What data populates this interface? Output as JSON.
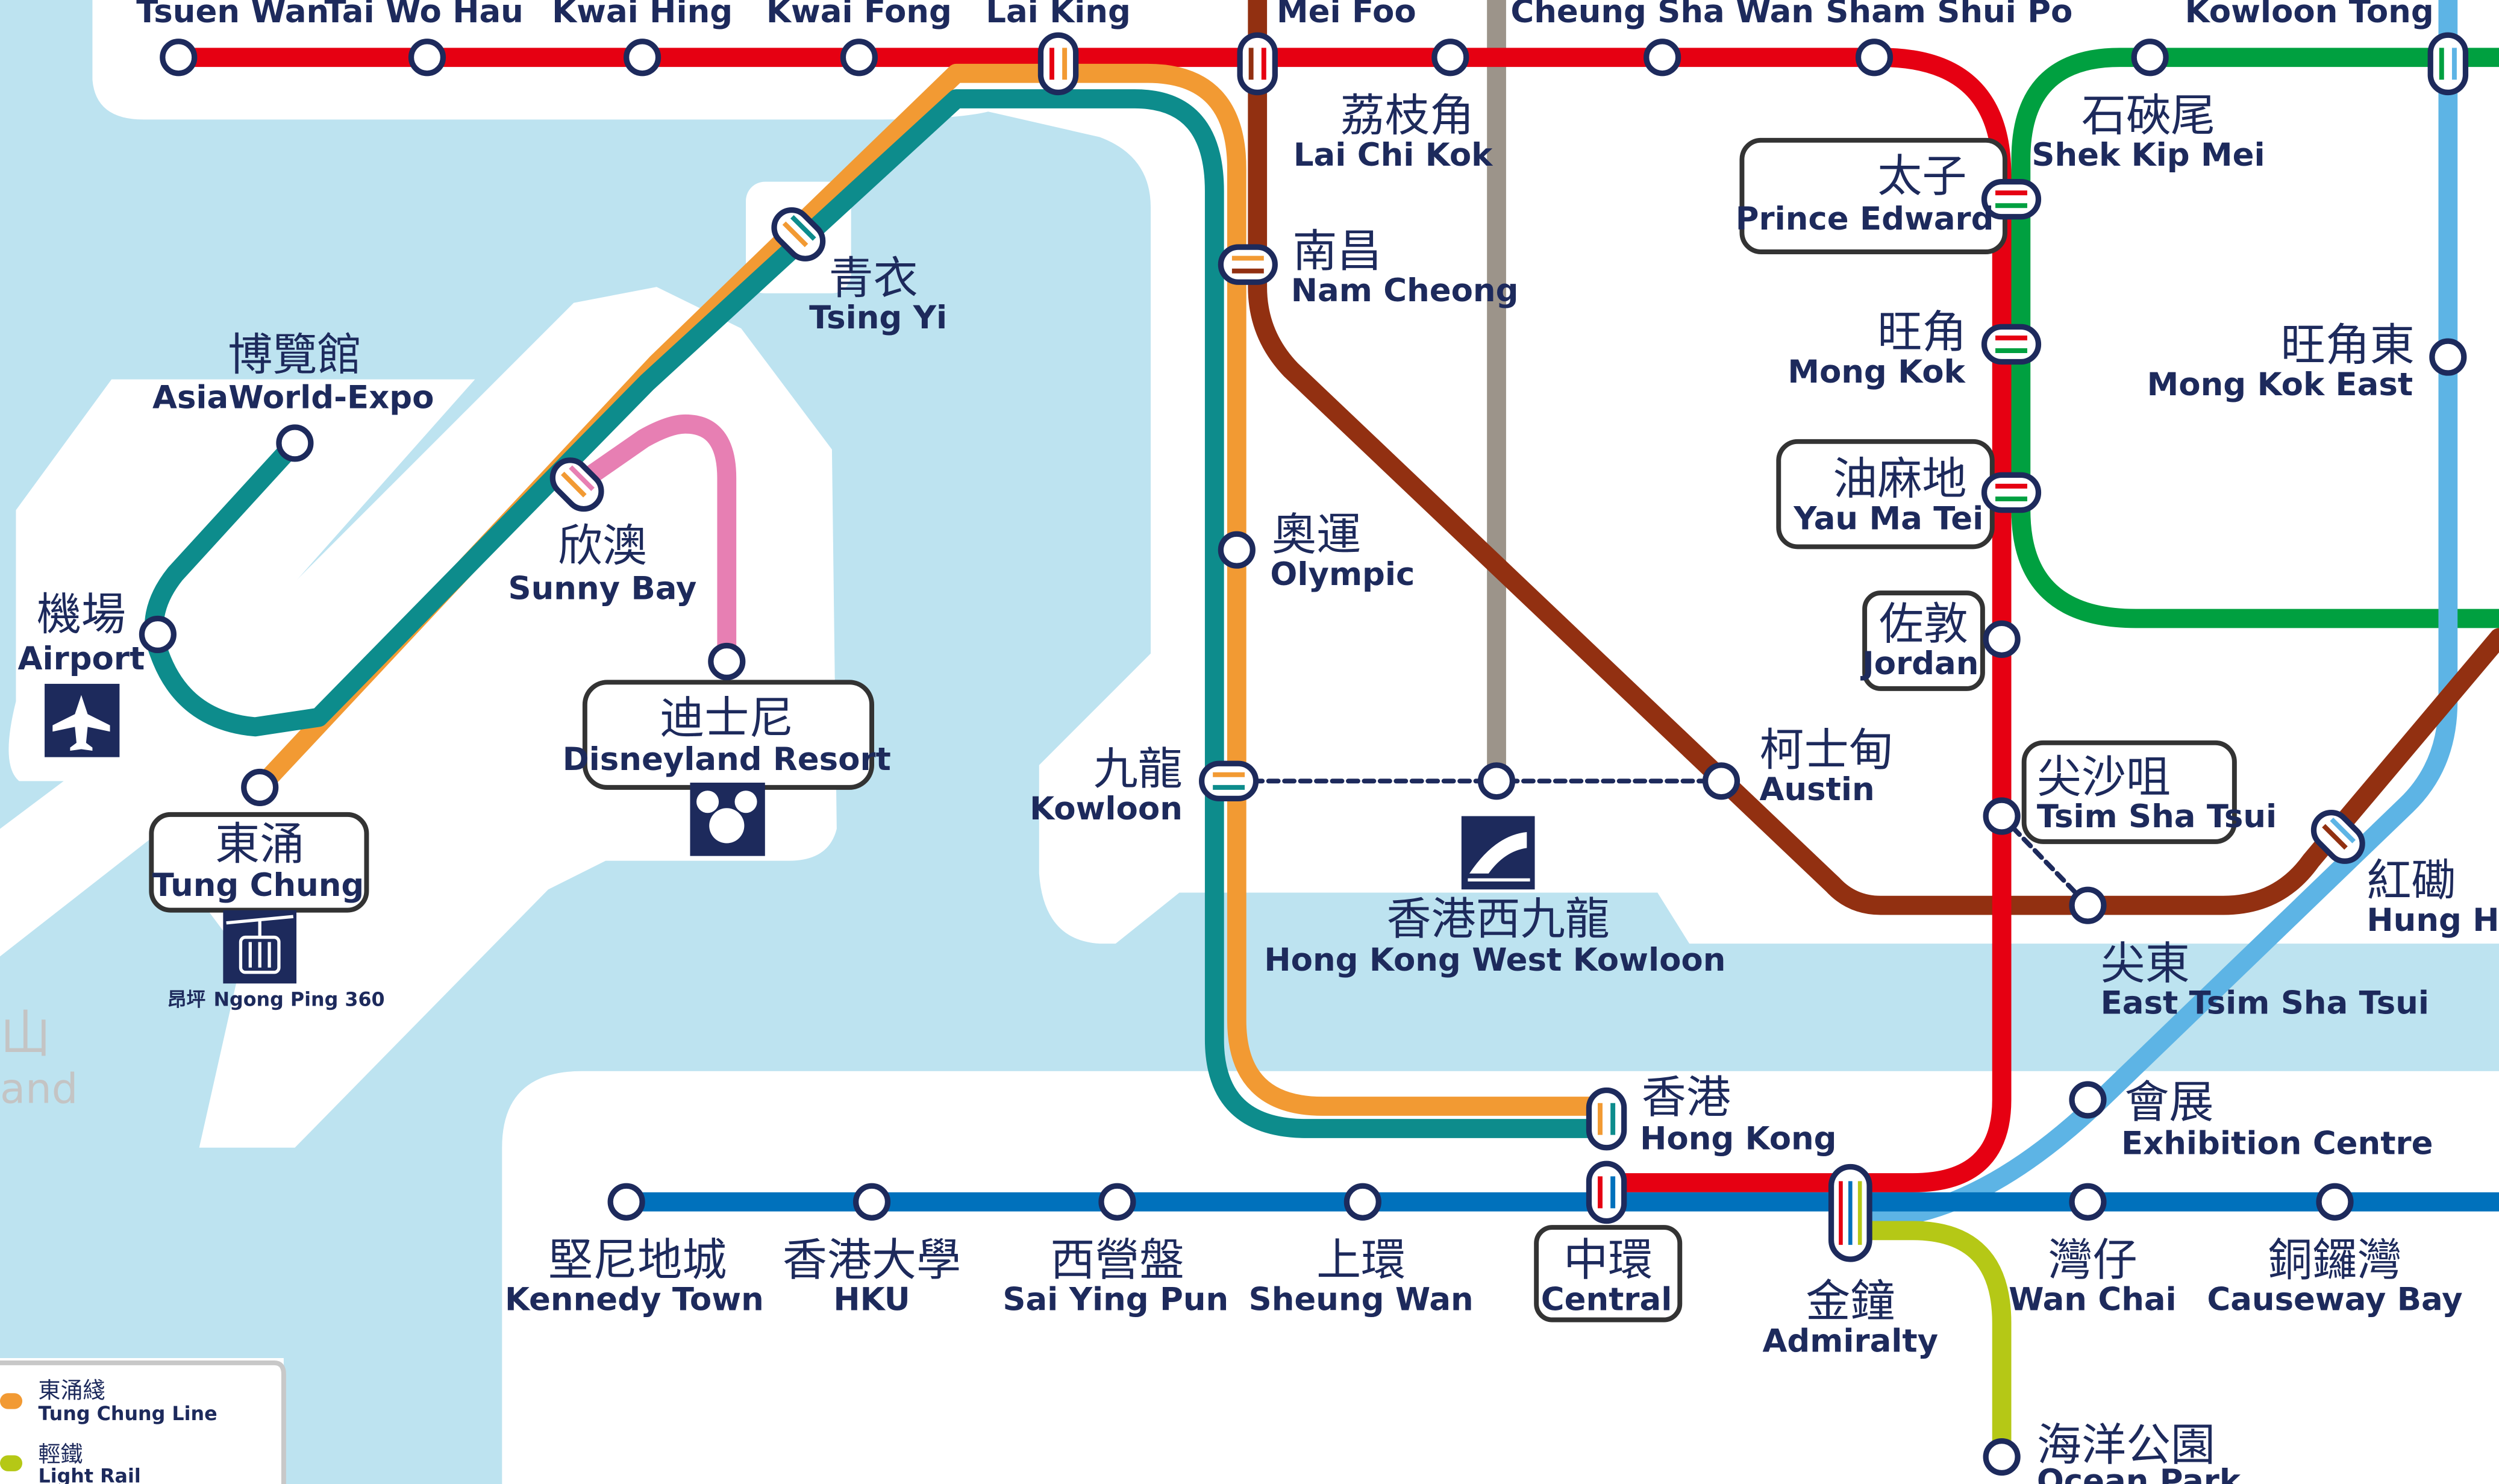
{
  "colors": {
    "water": "#bde3f0",
    "land": "#ffffff",
    "text": "#1d2a5c",
    "icon_bg": "#1d2a5c",
    "lines": {
      "tsuen_wan": "#e60012",
      "tung_chung": "#f29a33",
      "airport_express": "#0d8c8c",
      "disneyland": "#e77fb3",
      "tuen_ma": "#923011",
      "kwun_tong": "#00a040",
      "island": "#0071bc",
      "east_rail": "#5db4e5",
      "south_island": "#b5c816",
      "high_speed_rail": "#9c948a"
    }
  },
  "stations": {
    "tsuen_wan": {
      "en": "Tsuen Wan"
    },
    "tai_wo_hau": {
      "en": "Tai Wo Hau"
    },
    "kwai_hing": {
      "en": "Kwai Hing"
    },
    "kwai_fong": {
      "en": "Kwai Fong"
    },
    "lai_king": {
      "en": "Lai King"
    },
    "mei_foo": {
      "en": "Mei Foo"
    },
    "cheung_sha_wan": {
      "en": "Cheung Sha Wan"
    },
    "sham_shui_po": {
      "en": "Sham Shui Po"
    },
    "kowloon_tong": {
      "en": "Kowloon Tong"
    },
    "lai_chi_kok": {
      "zh": "荔枝角",
      "en": "Lai Chi Kok"
    },
    "shek_kip_mei": {
      "zh": "石硤尾",
      "en": "Shek Kip Mei"
    },
    "prince_edward": {
      "zh": "太子",
      "en": "Prince Edward"
    },
    "mong_kok": {
      "zh": "旺角",
      "en": "Mong Kok"
    },
    "mong_kok_east": {
      "zh": "旺角東",
      "en": "Mong Kok East"
    },
    "yau_ma_tei": {
      "zh": "油麻地",
      "en": "Yau Ma Tei"
    },
    "jordan": {
      "zh": "佐敦",
      "en": "Jordan"
    },
    "tsim_sha_tsui": {
      "zh": "尖沙咀",
      "en": "Tsim Sha Tsui"
    },
    "east_tsim_sha_tsui": {
      "zh": "尖東",
      "en": "East Tsim Sha Tsui"
    },
    "hung_hom": {
      "zh": "紅磡",
      "en": "Hung Hom"
    },
    "nam_cheong": {
      "zh": "南昌",
      "en": "Nam Cheong"
    },
    "olympic": {
      "zh": "奧運",
      "en": "Olympic"
    },
    "kowloon": {
      "zh": "九龍",
      "en": "Kowloon"
    },
    "austin": {
      "zh": "柯士甸",
      "en": "Austin"
    },
    "hong_kong_west_kowloon": {
      "zh": "香港西九龍",
      "en": "Hong Kong West Kowloon"
    },
    "tsing_yi": {
      "zh": "青衣",
      "en": "Tsing Yi"
    },
    "asiaworld_expo": {
      "zh": "博覽館",
      "en": "AsiaWorld-Expo"
    },
    "airport": {
      "zh": "機場",
      "en": "Airport"
    },
    "sunny_bay": {
      "zh": "欣澳",
      "en": "Sunny Bay"
    },
    "disneyland_resort": {
      "zh": "迪士尼",
      "en": "Disneyland Resort"
    },
    "tung_chung": {
      "zh": "東涌",
      "en": "Tung Chung"
    },
    "ngong_ping": {
      "zh": "昂坪",
      "en": "Ngong Ping 360"
    },
    "hong_kong": {
      "zh": "香港",
      "en": "Hong Kong"
    },
    "exhibition_centre": {
      "zh": "會展",
      "en": "Exhibition Centre"
    },
    "kennedy_town": {
      "zh": "堅尼地城",
      "en": "Kennedy Town"
    },
    "hku": {
      "zh": "香港大學",
      "en": "HKU"
    },
    "sai_ying_pun": {
      "zh": "西營盤",
      "en": "Sai Ying Pun"
    },
    "sheung_wan": {
      "zh": "上環",
      "en": "Sheung Wan"
    },
    "central": {
      "zh": "中環",
      "en": "Central"
    },
    "admiralty": {
      "zh": "金鐘",
      "en": "Admiralty"
    },
    "wan_chai": {
      "zh": "灣仔",
      "en": "Wan Chai"
    },
    "causeway_bay": {
      "zh": "銅鑼灣",
      "en": "Causeway Bay"
    },
    "ocean_park": {
      "zh": "海洋公園",
      "en": "Ocean Park"
    }
  },
  "island_labels": {
    "zh_fragment": "山",
    "en_fragment": "and"
  },
  "legend": [
    {
      "zh": "東涌綫",
      "en": "Tung Chung Line",
      "color": "#f29a33"
    },
    {
      "zh": "輕鐵",
      "en": "Light Rail",
      "color": "#b5c816"
    }
  ],
  "icons": [
    "airport-plane-icon",
    "mickey-icon",
    "cable-car-icon",
    "high-speed-train-icon"
  ]
}
